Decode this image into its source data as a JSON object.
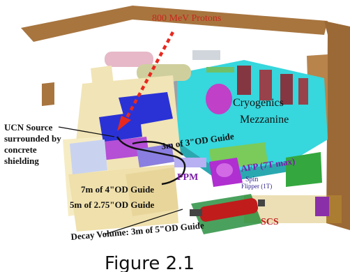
{
  "labels": {
    "protons": "800 MeV Protons",
    "cryogenics": "Cryogenics",
    "mezzanine": "Mezzanine",
    "ucn_source": [
      "UCN Source",
      "surrounded by",
      "concrete",
      "shielding"
    ],
    "guide_3in": "3m of 3\"OD Guide",
    "guide_4in": "7m of 4\"OD  Guide",
    "guide_275in": "5m of 2.75\"OD Guide",
    "ppm": "PPM",
    "afp": "AFP (7T max)",
    "spin": "Spin",
    "flipper": "Flipper (1T)",
    "scs": "SCS",
    "decay_volume": "Decay Volume: 3m of 5\"OD Guide"
  },
  "caption": "Figure 2.1",
  "colors": {
    "beam_arrow": "#e8281e",
    "protons_text": "#c8281e",
    "cryo_floor": "#36d7dd",
    "shield_wall": "#a8753f",
    "concrete": "#f1e4b6",
    "blue_block": "#2a32d6",
    "magenta": "#b02fd0",
    "label_purple": "#7a1fa8",
    "scs_red": "#c01c1c",
    "green_frame": "#2bbf3a"
  }
}
